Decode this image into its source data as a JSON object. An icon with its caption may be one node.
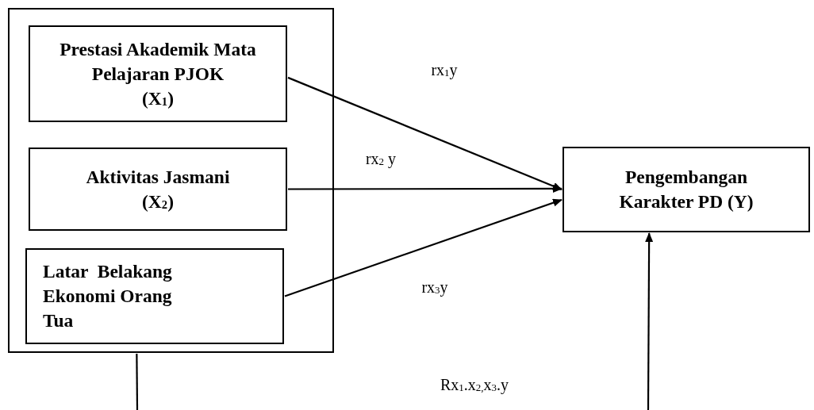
{
  "diagram": {
    "nodes": [
      {
        "text": [],
        "shape": "box"
      },
      {
        "text": [
          "Prestasi Akademik Mata Pelajaran PJOK",
          "(X$_{1}$)"
        ],
        "in": 0
      },
      {
        "text": [
          "Aktivitas Jasmani",
          "(X$_{2}$)"
        ],
        "in": 0
      },
      {
        "text": [
          "Latar  Belakang Ekonomi Orang Tua"
        ],
        "in": 0
      },
      {
        "text": [
          "Pengembangan Karakter PD (Y)"
        ]
      }
    ],
    "edges": [
      {
        "from": 1,
        "to": 4,
        "arrow": "to",
        "label": "rx$_{1}$y"
      },
      {
        "from": 2,
        "to": 4,
        "arrow": "to",
        "label": "rx$_{2}$ y"
      },
      {
        "from": 3,
        "to": 4,
        "arrow": "to",
        "label": "rx$_{3}$y"
      },
      {
        "from": 0,
        "to": null,
        "arrow": "none"
      },
      {
        "from": null,
        "to": 4,
        "arrow": "to"
      }
    ],
    "labels": [
      "Rx$_{1}$.x$_{2,}$x$_{3}$.y"
    ]
  }
}
